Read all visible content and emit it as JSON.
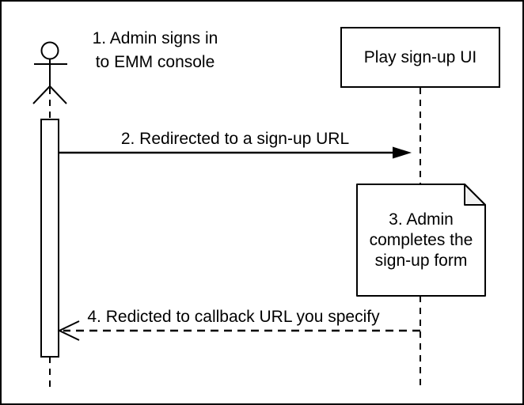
{
  "diagram": {
    "type": "sequence-diagram",
    "actor_caption": "1. Admin signs in\nto EMM console",
    "participant": {
      "label": "Play sign-up UI"
    },
    "messages": [
      {
        "label": "2. Redirected to a sign-up URL",
        "style": "solid",
        "direction": "right"
      },
      {
        "label": "4. Redicted to callback URL you specify",
        "style": "dashed",
        "direction": "left"
      }
    ],
    "note": {
      "label": "3. Admin\ncompletes the\nsign-up form"
    },
    "colors": {
      "stroke": "#000000",
      "fill": "#ffffff",
      "note_fold": "#f2f2f2"
    }
  }
}
